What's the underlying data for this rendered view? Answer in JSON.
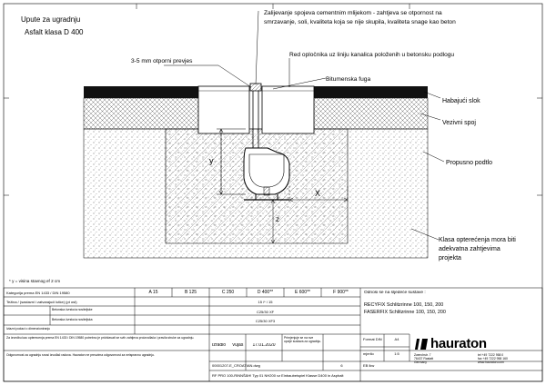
{
  "drawing": {
    "title_line1": "Upute za ugradnju",
    "title_line2": "Asfalt klasa D 400",
    "note_grouting_line1": "Zalijevanje spojeva cementnim mlijekom - zahtjeva se otpornost na",
    "note_grouting_line2": "smrzavanje, soli, kvaliteta koja se nije skupila, kvaliteta snage kao beton",
    "note_overlap": "3-5 mm otporni prevjes",
    "note_kerb": "Red opločnika uz liniju kanalica položenih u betonsku podlogu",
    "note_bitumen": "Bitumenska fuga",
    "label_wearing": "Habajući slok",
    "label_binder": "Vezivni spoj",
    "label_subbase": "Propusno podtlo",
    "label_class_line1": "Klasa opterećenja mora biti",
    "label_class_line2": "adekvatna zahtjevima",
    "label_class_line3": "projekta",
    "dim_y": "y",
    "dim_x": "X",
    "dim_z": "z",
    "footnote": "* y = visina stavnog ef 2 cm"
  },
  "title_block": {
    "row1_label": "Kategorija prema EN 1433 / DIN 19580",
    "classes": [
      "A 15",
      "B 125",
      "C 250",
      "D 400**",
      "E 600**",
      "F 900**"
    ],
    "row2_label": "Težina / (sastavni i zatvarajući lutke) (pt ost)",
    "row2_value": "15 /* / 15",
    "row3_label": "Betonska čvrstoća nositeljske",
    "row4_label": "Betonska čvrstoća nositeljska",
    "row5_value": "C25/30 XF",
    "row6_value": "C25/30 XF3",
    "row7_label": "Izlazni podaci o dimenzioniranju",
    "products_heading": "Odnosi se na sljedeće sustave :",
    "product1": "RECYFIX Schlitzrinne 100, 150, 200",
    "product2": "FASERFIX Schlitzrinne 100, 150, 200",
    "disclaimer1": "Za izvedbu kao opterecenja prema EN 1433 i DIN 19580 potrebno je pridržavati se svih zahtjeva proizvođača i pravila struke za ugradnju.",
    "disclaimer2": "Odgovornost za ugradnju snosi izvođač radova. Hauraton ne preuzima odgovornost za neispravnu ugradnju.",
    "author_label": "Izradio",
    "author": "Vujaš",
    "date": "17.01.2020",
    "subject": "Primjenjuje se na sve opcije sustava za ugradnju.",
    "format_label": "Format DIN",
    "format_value": "A4",
    "scale_label": "mjerilo",
    "scale_value": "1:5",
    "drawing_no": "00001207-E_CROATIAN.dwg",
    "revision": "6",
    "sheet_label": "EB lkw",
    "bottom_title": "RF PRO 100-RINNŠÄH! Typ 01 NH200 vz Einbaubeispiel Klasse D400 in Asphalt",
    "company": "hauraton",
    "company_line1": "Zwerchstr. 7",
    "company_line2": "76437 Rastatt",
    "company_line3": "Germany",
    "contact1": "tel +49 7222 958 0",
    "contact2": "fax +49 7222 958 160",
    "contact3": "www.hauraton.com"
  },
  "colors": {
    "line": "#000000",
    "hatch": "#4a4a4a",
    "asphalt": "#111111"
  }
}
